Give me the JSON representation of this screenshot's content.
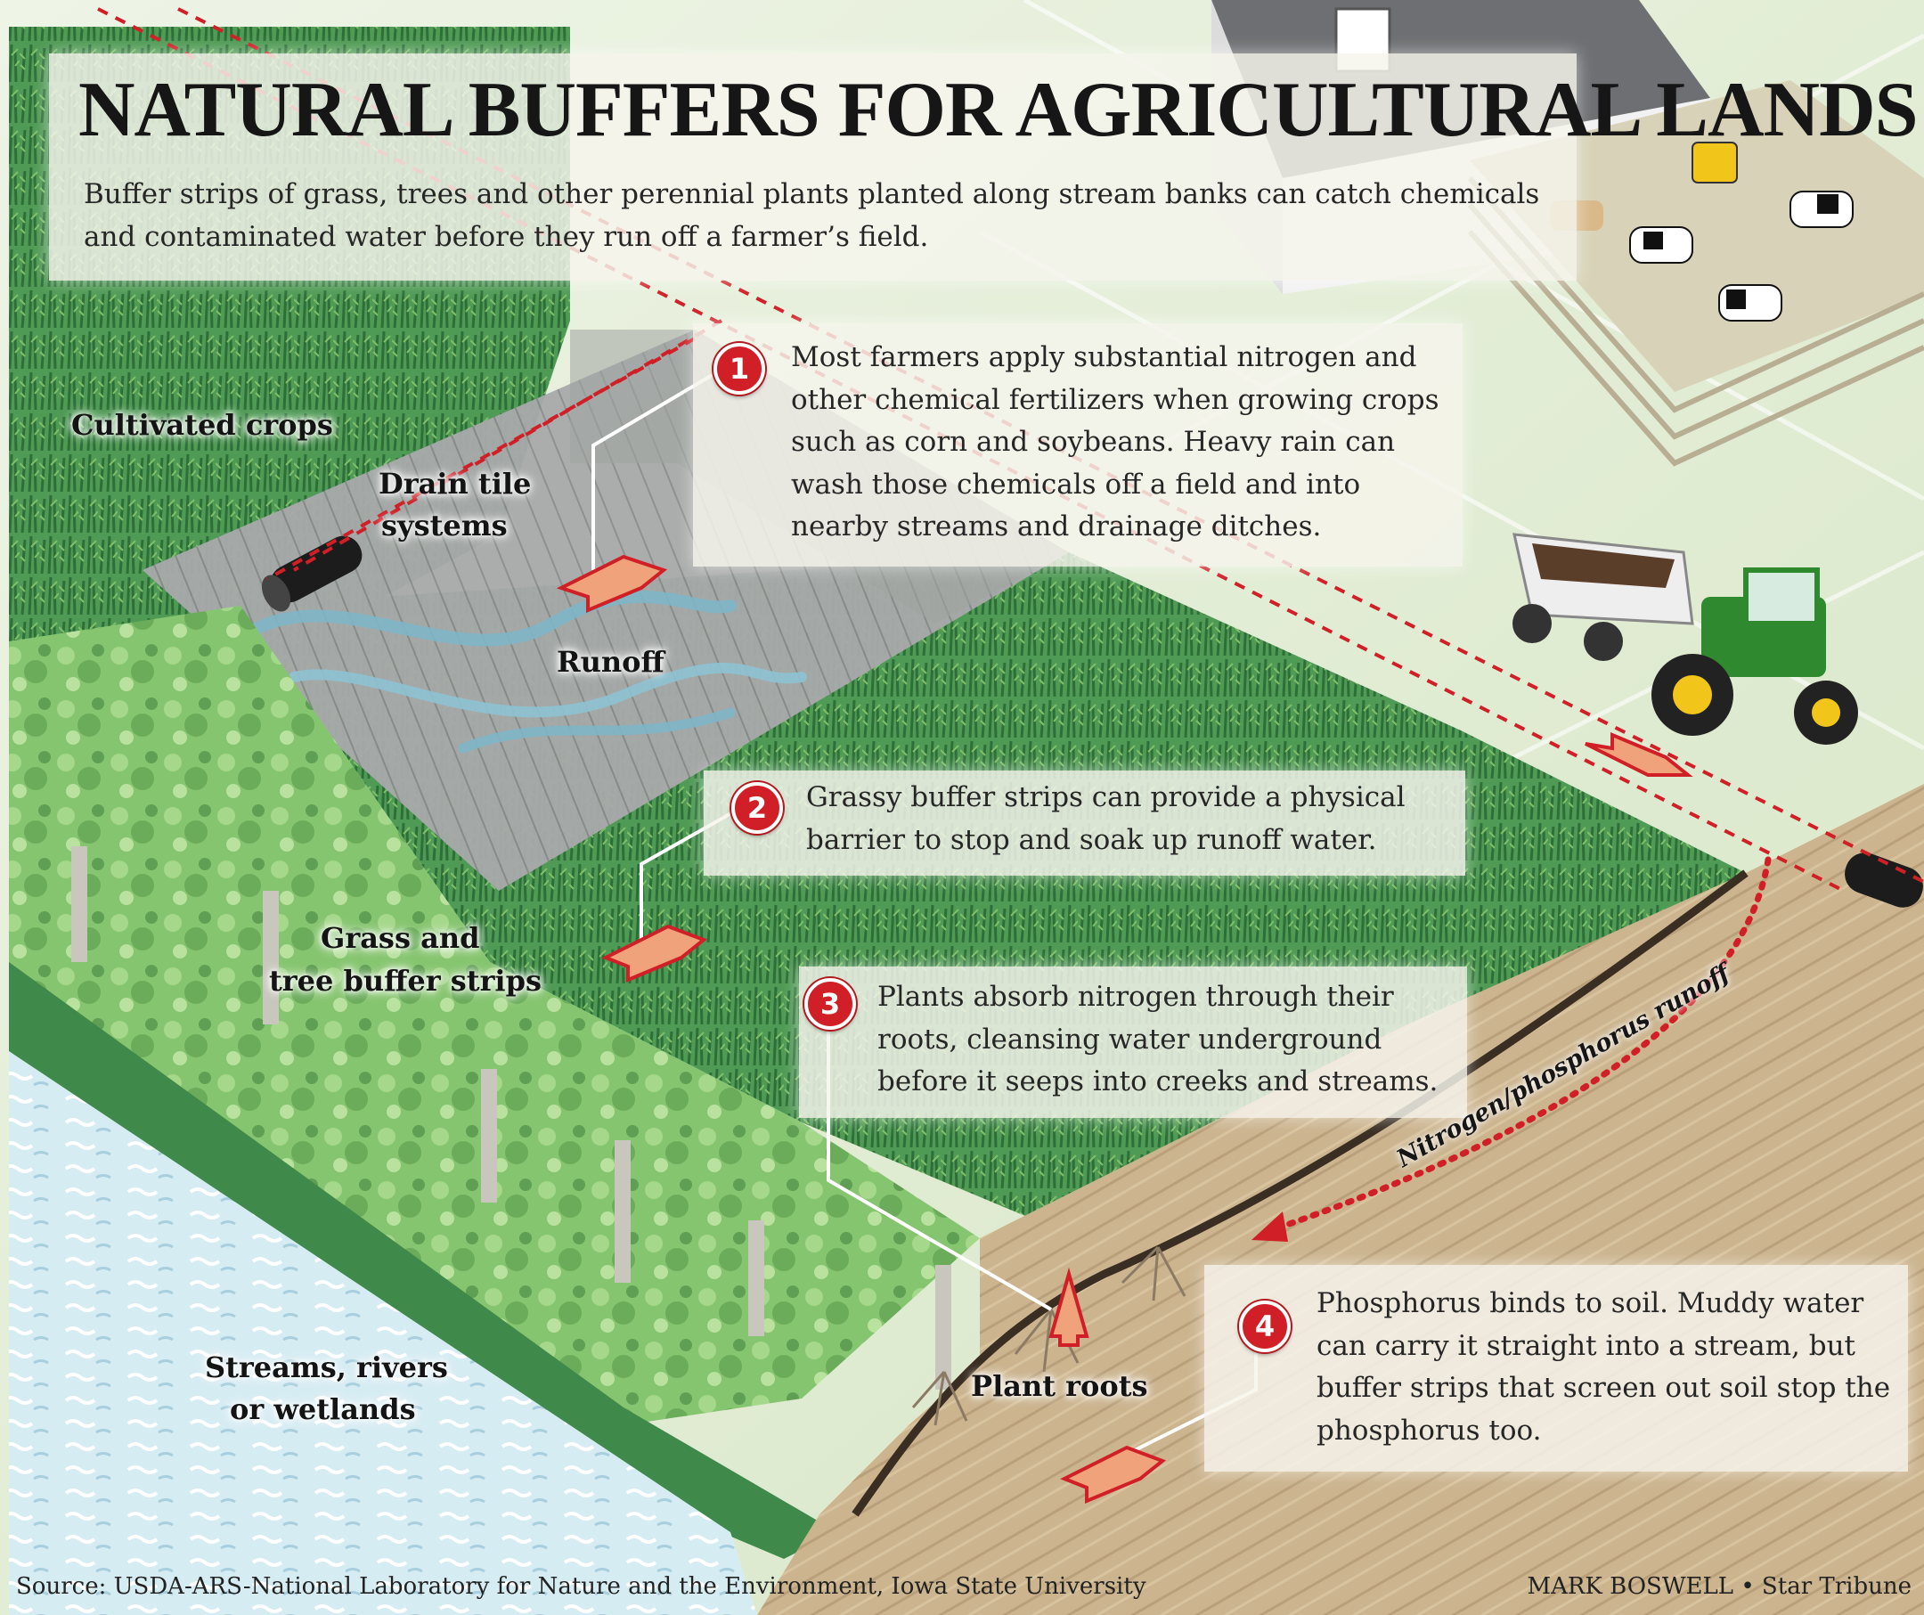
{
  "title": "NATURAL BUFFERS FOR AGRICULTURAL LANDS",
  "subtitle": "Buffer strips of grass, trees and other perennial plants planted along stream banks can catch chemicals and contaminated water before they run off a farmer’s field.",
  "labels": {
    "cultivated_crops": "Cultivated crops",
    "drain_tile_line1": "Drain tile",
    "drain_tile_line2": "systems",
    "runoff": "Runoff",
    "grass_tree_line1": "Grass and",
    "grass_tree_line2": "tree buffer strips",
    "streams_line1": "Streams, rivers",
    "streams_line2": "or wetlands",
    "plant_roots": "Plant roots",
    "nitrogen_runoff": "Nitrogen/phosphorus runoff"
  },
  "callouts": [
    {
      "number": "1",
      "text": "Most farmers apply substantial nitrogen and other chemical fertilizers when growing crops such as corn and soybeans. Heavy rain can wash those chemicals off a field and into nearby streams and drainage ditches."
    },
    {
      "number": "2",
      "text": "Grassy buffer strips can provide a physical barrier to stop and soak up runoff water."
    },
    {
      "number": "3",
      "text": "Plants absorb nitrogen through their roots, cleansing water underground before it seeps into creeks and streams."
    },
    {
      "number": "4",
      "text": "Phosphorus binds to soil. Muddy water can carry it straight into a stream, but buffer strips that screen out soil stop the phosphorus too."
    }
  ],
  "footer": {
    "source": "Source: USDA-ARS-National Laboratory for Nature and the Environment, Iowa State University",
    "credit": "MARK BOSWELL • Star Tribune"
  },
  "colors": {
    "accent_red": "#d01f26",
    "crop_green": "#3f8a4a",
    "tree_green": "#7fbf6a",
    "water_blue": "#cfe6ef",
    "soil_tan": "#c9b18a",
    "arrow_orange": "#f0a27a"
  }
}
